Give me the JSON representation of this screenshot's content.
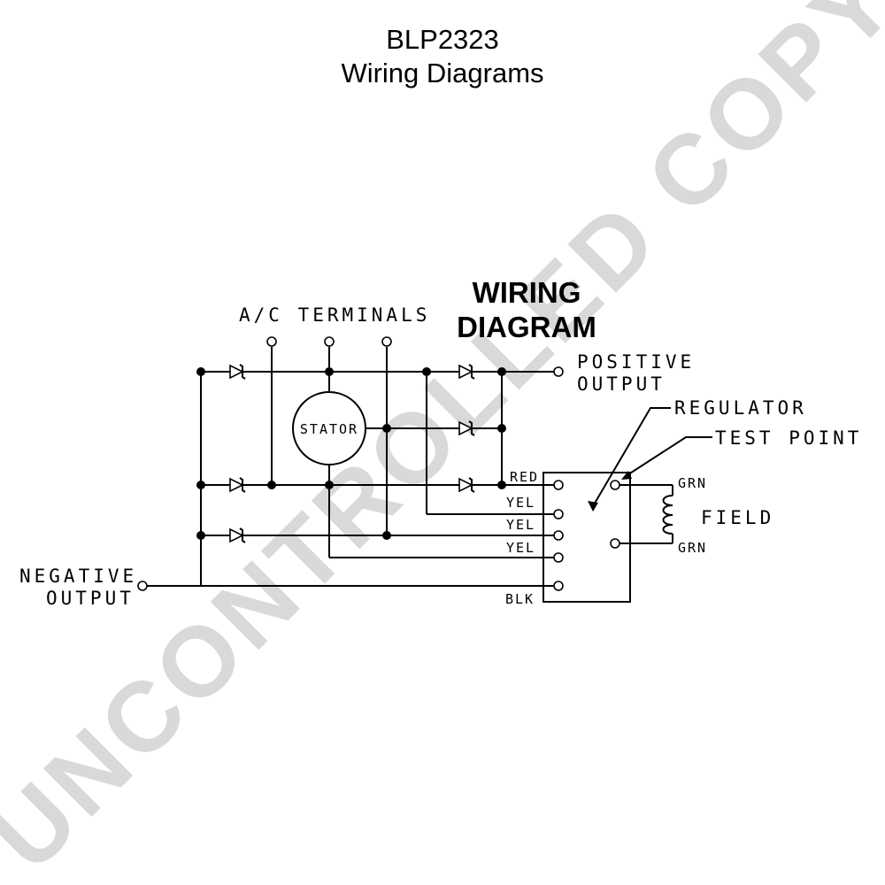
{
  "header": {
    "title": "BLP2323",
    "subtitle": "Wiring Diagrams"
  },
  "diagram": {
    "heading_line1": "WIRING",
    "heading_line2": "DIAGRAM",
    "ac_terminals": "A/C TERMINALS",
    "positive_output_line1": "POSITIVE",
    "positive_output_line2": "OUTPUT",
    "negative_output_line1": "NEGATIVE",
    "negative_output_line2": "OUTPUT",
    "stator": "STATOR",
    "regulator": "REGULATOR",
    "test_point": "TEST POINT",
    "field": "FIELD",
    "wire_red": "RED",
    "wire_yel_1": "YEL",
    "wire_yel_2": "YEL",
    "wire_yel_3": "YEL",
    "wire_blk": "BLK",
    "wire_grn_top": "GRN",
    "wire_grn_bottom": "GRN"
  },
  "watermark": "UNCONTROLLED COPY"
}
